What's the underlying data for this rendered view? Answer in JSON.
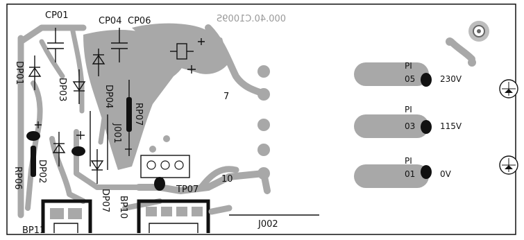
{
  "board": {
    "mirrored_code": "000.40.C1009S",
    "labels": {
      "cp01": "CP01",
      "cp04": "CP04",
      "cp06": "CP06",
      "dp01": "DP01",
      "dp03": "DP03",
      "dp04": "DP04",
      "rp07": "RP07",
      "j001": "J001",
      "dp02": "DP02",
      "rp06": "RP06",
      "dp07": "DP07",
      "bp10": "BP10",
      "tp07": "TP07",
      "bp11": "BP11",
      "j002": "J002",
      "node7": "7",
      "node10": "10",
      "p1_a": "PI",
      "p1_a_pin": "05",
      "p1_a_volt": "230V",
      "p1_b": "PI",
      "p1_b_pin": "03",
      "p1_b_volt": "115V",
      "p1_c": "PI",
      "p1_c_pin": "01",
      "p1_c_volt": "0V"
    }
  }
}
